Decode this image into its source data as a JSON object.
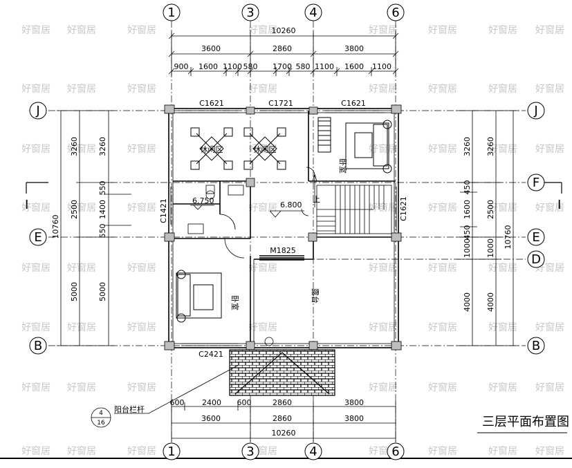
{
  "title": "三层平面布置图",
  "watermark": "好窗居",
  "grid": {
    "columns": [
      "1",
      "3",
      "4",
      "6"
    ],
    "rows": [
      "J",
      "F",
      "E",
      "D",
      "B"
    ],
    "section": "I"
  },
  "dims": {
    "top_total": "10260",
    "top_mid": [
      "3600",
      "2860",
      "3800"
    ],
    "top_detail": [
      "900",
      "1600",
      "1100",
      "580",
      "1700",
      "580",
      "1100",
      "1600",
      "1100"
    ],
    "bottom_detail": [
      "600",
      "2400",
      "600",
      "2860",
      "3800"
    ],
    "bottom_mid": [
      "3600",
      "2860",
      "3800"
    ],
    "bottom_total": "10260",
    "left_total": "10760",
    "left_mid": [
      "3260",
      "2500",
      "5000"
    ],
    "left_detail": [
      "3260",
      "550",
      "1400",
      "550",
      "5000"
    ],
    "right_detail": [
      "3260",
      "450",
      "1600",
      "450",
      "1000",
      "4000"
    ],
    "right_mid": [
      "3260",
      "2500",
      "1000",
      "4000"
    ],
    "right_total": "10760"
  },
  "windows": {
    "c1621_top_left": "C1621",
    "c1721": "C1721",
    "c1621_top_right": "C1621",
    "c1421": "C1421",
    "c1621_right": "C1621",
    "c2421": "C2421",
    "m1825": "M1825"
  },
  "rooms": {
    "leisure_1": "休闲区",
    "leisure_2": "休闲区",
    "bedroom_right": "卧室",
    "bedroom_left": "卧室",
    "terrace": "露台"
  },
  "levels": {
    "bath": "6.750",
    "hall": "6.800"
  },
  "note": {
    "label": "阳台栏杆",
    "num": "4",
    "den": "16"
  },
  "stair_mark": "上"
}
